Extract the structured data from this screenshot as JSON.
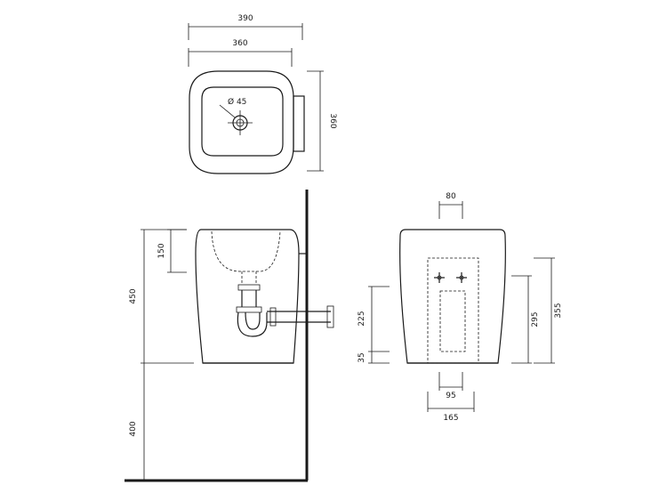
{
  "top_view": {
    "width_outer": "390",
    "width_inner": "360",
    "depth": "360",
    "hole_diameter": "Ø 45"
  },
  "side_view": {
    "rim_height": "150",
    "body_height": "450",
    "mount_height": "400"
  },
  "rear_view": {
    "top_width": "80",
    "inlet_height": "225",
    "base_offset": "35",
    "fixing_height": "295",
    "overall_height": "355",
    "fixing_inner": "95",
    "fixing_outer": "165"
  }
}
